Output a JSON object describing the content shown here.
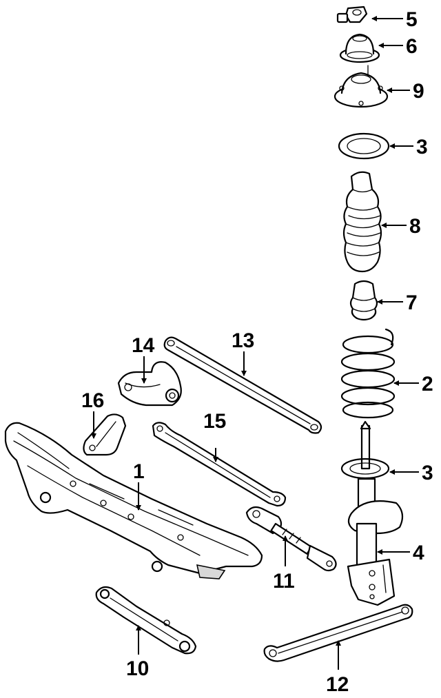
{
  "callouts": [
    {
      "id": "1",
      "label": "1"
    },
    {
      "id": "2",
      "label": "2"
    },
    {
      "id": "3a",
      "label": "3"
    },
    {
      "id": "3b",
      "label": "3"
    },
    {
      "id": "4",
      "label": "4"
    },
    {
      "id": "5",
      "label": "5"
    },
    {
      "id": "6",
      "label": "6"
    },
    {
      "id": "7",
      "label": "7"
    },
    {
      "id": "8",
      "label": "8"
    },
    {
      "id": "9",
      "label": "9"
    },
    {
      "id": "10",
      "label": "10"
    },
    {
      "id": "11",
      "label": "11"
    },
    {
      "id": "12",
      "label": "12"
    },
    {
      "id": "13",
      "label": "13"
    },
    {
      "id": "14",
      "label": "14"
    },
    {
      "id": "15",
      "label": "15"
    },
    {
      "id": "16",
      "label": "16"
    }
  ]
}
